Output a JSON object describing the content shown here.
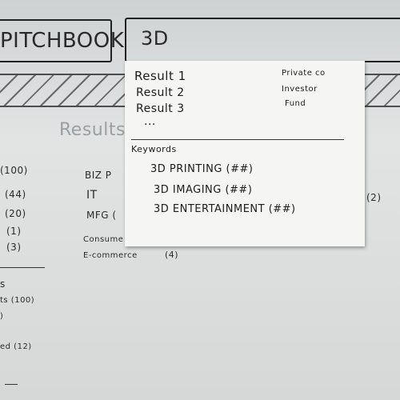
{
  "header": {
    "logo_text": "PITCHBOOK",
    "search_value": "3D"
  },
  "results_heading": "Results",
  "dropdown": {
    "results": [
      {
        "label": "Result 1",
        "type": "Private co"
      },
      {
        "label": "Result 2",
        "type": "Investor"
      },
      {
        "label": "Result 3",
        "type": "Fund"
      }
    ],
    "more": "...",
    "keywords_heading": "Keywords",
    "keywords": [
      "3D PRINTING (##)",
      "3D IMAGING (##)",
      "3D ENTERTAINMENT (##)"
    ]
  },
  "left_counts": [
    "(100)",
    "(44)",
    "(20)",
    "(1)",
    "(3)"
  ],
  "industries": [
    "BIZ P",
    "IT",
    "MFG (",
    "Consume",
    "E-commerce",
    "(4)"
  ],
  "right_count": "(2)",
  "left_lower": [
    "s",
    "ts (100)",
    ")",
    "ed (12)"
  ]
}
